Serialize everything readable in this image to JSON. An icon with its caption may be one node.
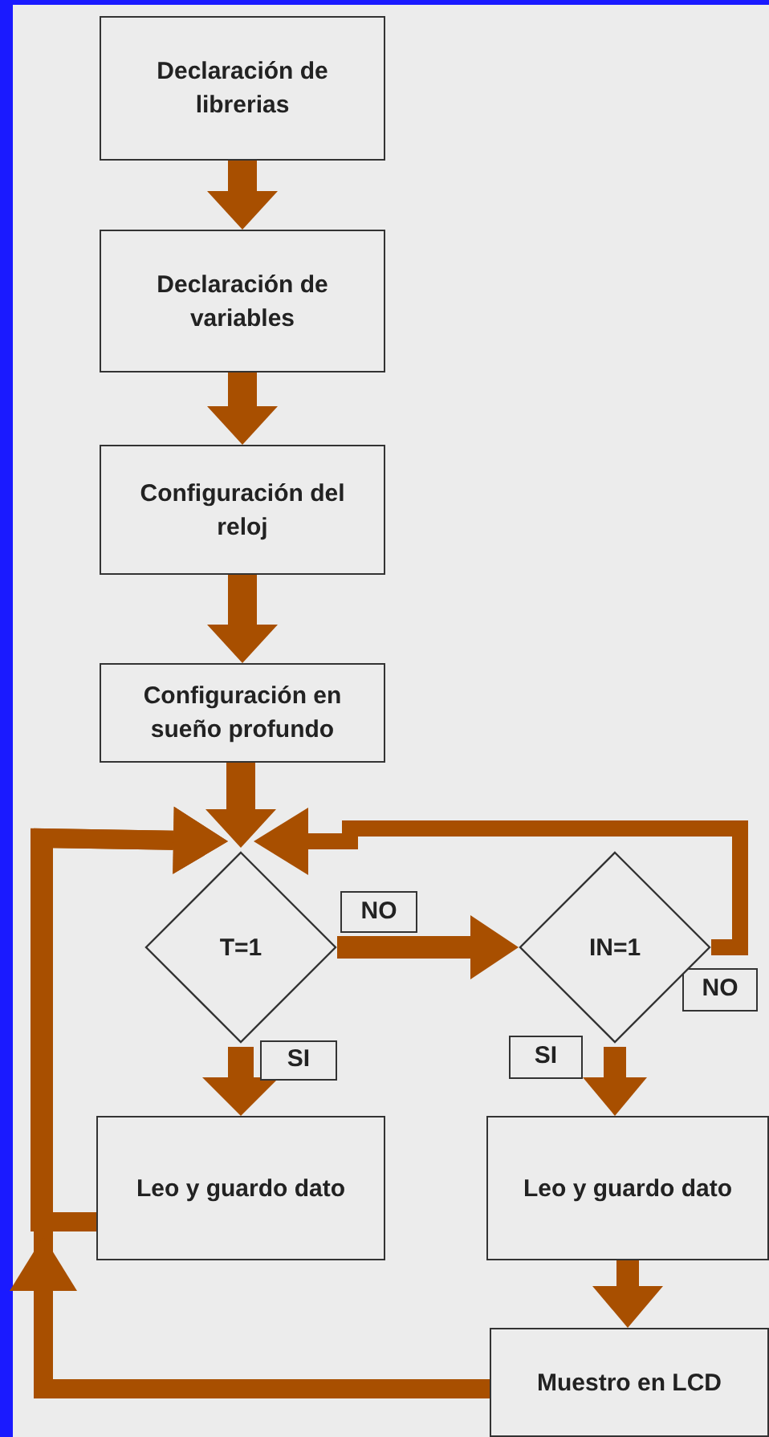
{
  "diagram": {
    "nodes": [
      {
        "text": [
          "Declaración de librerias"
        ]
      },
      {
        "text": [
          "Declaración de variables"
        ]
      },
      {
        "text": [
          "Configuración del reloj"
        ]
      },
      {
        "text": [
          "Configuración en sueño profundo"
        ]
      },
      {
        "text": [
          "T=1"
        ]
      },
      {
        "text": [
          "IN=1"
        ]
      },
      {
        "text": [
          "Leo y guardo dato"
        ]
      },
      {
        "text": [
          "Leo y guardo dato"
        ]
      },
      {
        "text": [
          "Muestro en LCD"
        ]
      }
    ],
    "edges": [
      {
        "from": 0,
        "to": 1,
        "arrow": "to"
      },
      {
        "from": 1,
        "to": 2,
        "arrow": "to"
      },
      {
        "from": 2,
        "to": 3,
        "arrow": "to"
      },
      {
        "from": 3,
        "to": 4,
        "arrow": "to"
      },
      {
        "from": 4,
        "to": 5,
        "arrow": "to",
        "label": "NO"
      },
      {
        "from": 5,
        "to": 4,
        "arrow": "to",
        "label": "NO"
      },
      {
        "from": 4,
        "to": 6,
        "arrow": "to",
        "label": "SI"
      },
      {
        "from": 5,
        "to": 7,
        "arrow": "to",
        "label": "SI"
      },
      {
        "from": 7,
        "to": 8,
        "arrow": "to"
      },
      {
        "from": 6,
        "to": 4,
        "arrow": "to"
      },
      {
        "from": 8,
        "to": 4,
        "arrow": "to"
      }
    ]
  }
}
